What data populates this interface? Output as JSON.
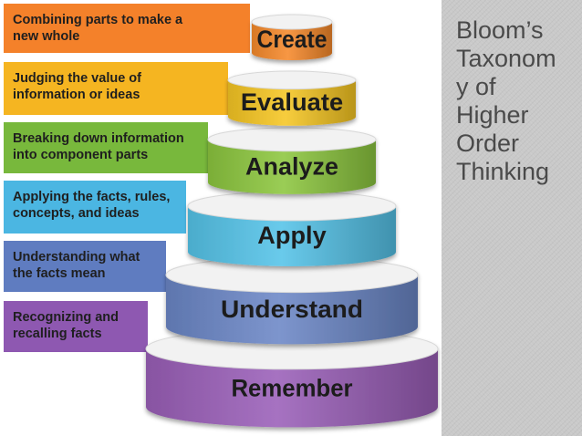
{
  "diagram": {
    "tiers": [
      {
        "label": "Create",
        "description": [
          "Combining parts to make a",
          "new whole"
        ],
        "color": "#f6892b",
        "band_color": "#f4812a"
      },
      {
        "label": "Evaluate",
        "description": [
          "Judging the value of",
          "information or ideas"
        ],
        "color": "#f6c623",
        "band_color": "#f5b521"
      },
      {
        "label": "Analyze",
        "description": [
          "Breaking down information",
          "into component parts"
        ],
        "color": "#8cc63e",
        "band_color": "#78b83c"
      },
      {
        "label": "Apply",
        "description": [
          "Applying the facts, rules,",
          "concepts, and ideas"
        ],
        "color": "#55c3e8",
        "band_color": "#4bb6e2"
      },
      {
        "label": "Understand",
        "description": [
          "Understanding what",
          "the facts mean"
        ],
        "color": "#6b86c6",
        "band_color": "#5f7cc0"
      },
      {
        "label": "Remember",
        "description": [
          "Recognizing and",
          "recalling facts"
        ],
        "color": "#9a5fb8",
        "band_color": "#8e58b1"
      }
    ]
  },
  "side_panel": {
    "title": "Bloom’s\nTaxonom\ny of\nHigher\nOrder\nThinking"
  }
}
